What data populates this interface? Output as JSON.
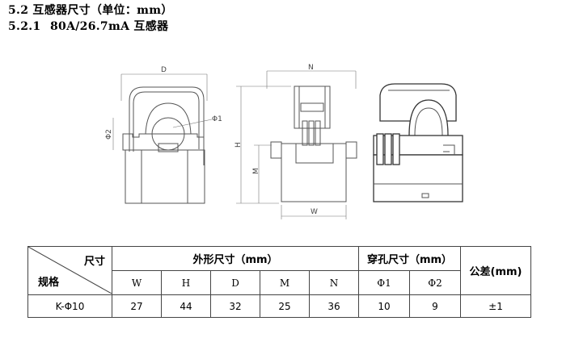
{
  "heading": {
    "section": "5.2 互感器尺寸（单位：mm）",
    "subsection_number": "5.2.1",
    "subsection_title": "80A/26.7mA 互感器"
  },
  "drawing_labels": {
    "D": "D",
    "N": "N",
    "H": "H",
    "M": "M",
    "W": "W",
    "phi1": "Φ1",
    "phi2": "Φ2"
  },
  "table": {
    "corner_top": "尺寸",
    "corner_bottom": "规格",
    "group_outer": "外形尺寸（mm）",
    "group_hole": "穿孔尺寸（mm）",
    "tolerance_header": "公差(mm)",
    "columns": [
      "W",
      "H",
      "D",
      "M",
      "N",
      "Φ1",
      "Φ2"
    ],
    "rows": [
      {
        "model": "K-Φ10",
        "values": [
          "27",
          "44",
          "32",
          "25",
          "36",
          "10",
          "9"
        ],
        "tolerance": "±1"
      }
    ]
  }
}
